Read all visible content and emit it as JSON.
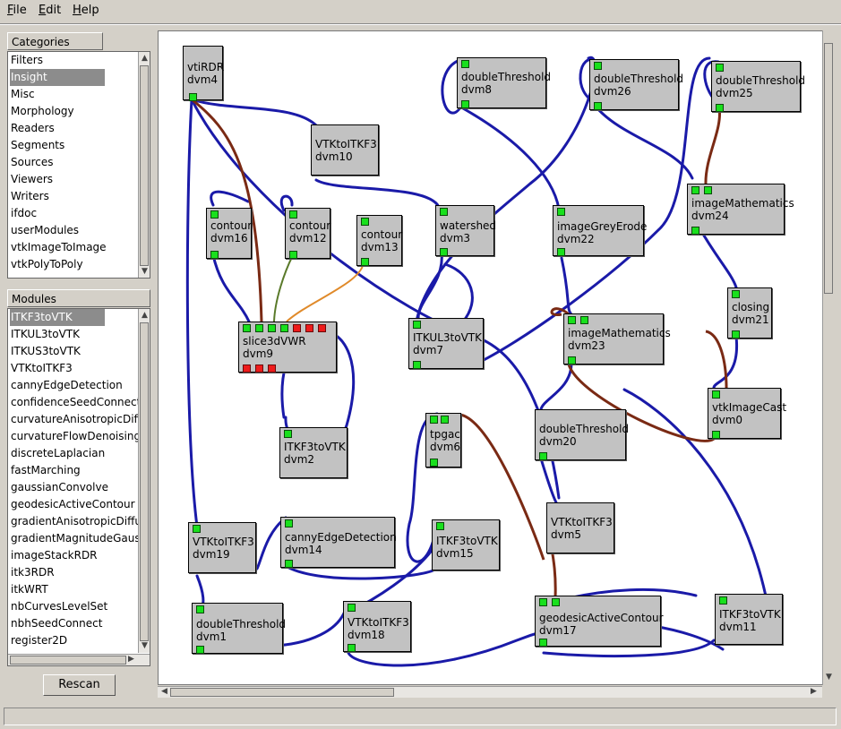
{
  "menu": {
    "file": "File",
    "edit": "Edit",
    "help": "Help"
  },
  "categories": {
    "header": "Categories",
    "items": [
      "Filters",
      "Insight",
      "Misc",
      "Morphology",
      "Readers",
      "Segments",
      "Sources",
      "Viewers",
      "Writers",
      "ifdoc",
      "userModules",
      "vtkImageToImage",
      "vtkPolyToPoly"
    ],
    "selected": "Insight"
  },
  "modules_list": {
    "header": "Modules",
    "items": [
      "ITKF3toVTK",
      "ITKUL3toVTK",
      "ITKUS3toVTK",
      "VTKtoITKF3",
      "cannyEdgeDetection",
      "confidenceSeedConnect",
      "curvatureAnisotropicDiffu",
      "curvatureFlowDenoising",
      "discreteLaplacian",
      "fastMarching",
      "gaussianConvolve",
      "geodesicActiveContour",
      "gradientAnisotropicDiffusi",
      "gradientMagnitudeGaussi",
      "imageStackRDR",
      "itk3RDR",
      "itkWRT",
      "nbCurvesLevelSet",
      "nbhSeedConnect",
      "register2D"
    ],
    "selected": "ITKF3toVTK"
  },
  "rescan_label": "Rescan",
  "colors": {
    "connection_blue": "#1a1aa8",
    "connection_brown": "#7a2a14",
    "connection_olive": "#5a7a2a",
    "connection_orange": "#e08a2a",
    "port_green": "#19e01d",
    "port_red": "#ee1b1b"
  },
  "graph_modules": [
    {
      "key": "m_vtiRDR",
      "name": "vtiRDR",
      "id": "dvm4"
    },
    {
      "key": "m_vtk2itk10",
      "name": "VTKtoITKF3",
      "id": "dvm10"
    },
    {
      "key": "m_dt8",
      "name": "doubleThreshold",
      "id": "dvm8"
    },
    {
      "key": "m_dt26",
      "name": "doubleThreshold",
      "id": "dvm26"
    },
    {
      "key": "m_dt25",
      "name": "doubleThreshold",
      "id": "dvm25"
    },
    {
      "key": "m_c16",
      "name": "contour",
      "id": "dvm16"
    },
    {
      "key": "m_c12",
      "name": "contour",
      "id": "dvm12"
    },
    {
      "key": "m_c13",
      "name": "contour",
      "id": "dvm13"
    },
    {
      "key": "m_ws3",
      "name": "watershed",
      "id": "dvm3"
    },
    {
      "key": "m_ige22",
      "name": "imageGreyErode",
      "id": "dvm22"
    },
    {
      "key": "m_im24",
      "name": "imageMathematics",
      "id": "dvm24"
    },
    {
      "key": "m_s3d9",
      "name": "slice3dVWR",
      "id": "dvm9"
    },
    {
      "key": "m_itkul7",
      "name": "ITKUL3toVTK",
      "id": "dvm7"
    },
    {
      "key": "m_im23",
      "name": "imageMathematics",
      "id": "dvm23"
    },
    {
      "key": "m_cl21",
      "name": "closing",
      "id": "dvm21"
    },
    {
      "key": "m_itk2",
      "name": "ITKF3toVTK",
      "id": "dvm2"
    },
    {
      "key": "m_tp6",
      "name": "tpgac",
      "id": "dvm6"
    },
    {
      "key": "m_dt20",
      "name": "doubleThreshold",
      "id": "dvm20"
    },
    {
      "key": "m_vic0",
      "name": "vtkImageCast",
      "id": "dvm0"
    },
    {
      "key": "m_v2i5",
      "name": "VTKtoITKF3",
      "id": "dvm5"
    },
    {
      "key": "m_v2i19",
      "name": "VTKtoITKF3",
      "id": "dvm19"
    },
    {
      "key": "m_ced14",
      "name": "cannyEdgeDetection",
      "id": "dvm14"
    },
    {
      "key": "m_i2v15",
      "name": "ITKF3toVTK",
      "id": "dvm15"
    },
    {
      "key": "m_dt1",
      "name": "doubleThreshold",
      "id": "dvm1"
    },
    {
      "key": "m_v2i18",
      "name": "VTKtoITKF3",
      "id": "dvm18"
    },
    {
      "key": "m_gac17",
      "name": "geodesicActiveContour",
      "id": "dvm17"
    },
    {
      "key": "m_i2v11",
      "name": "ITKF3toVTK",
      "id": "dvm11"
    }
  ]
}
